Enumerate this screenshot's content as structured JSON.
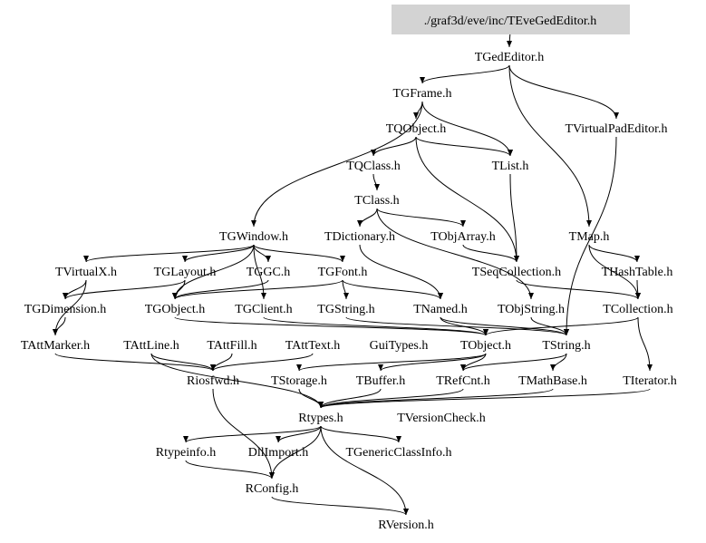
{
  "title": "./graf3d/eve/inc/TEveGedEditor.h",
  "colors": {
    "root_fill": "#d3d3d3",
    "edge": "#000000",
    "background": "#ffffff"
  },
  "nodes": [
    {
      "id": "root",
      "label": "./graf3d/eve/inc/TEveGedEditor.h"
    },
    {
      "id": "TGedEditor",
      "label": "TGedEditor.h"
    },
    {
      "id": "TGFrame",
      "label": "TGFrame.h"
    },
    {
      "id": "TVirtualPadEditor",
      "label": "TVirtualPadEditor.h"
    },
    {
      "id": "TQObject",
      "label": "TQObject.h"
    },
    {
      "id": "TList",
      "label": "TList.h"
    },
    {
      "id": "TQClass",
      "label": "TQClass.h"
    },
    {
      "id": "TClass",
      "label": "TClass.h"
    },
    {
      "id": "TGWindow",
      "label": "TGWindow.h"
    },
    {
      "id": "TDictionary",
      "label": "TDictionary.h"
    },
    {
      "id": "TObjArray",
      "label": "TObjArray.h"
    },
    {
      "id": "TMap",
      "label": "TMap.h"
    },
    {
      "id": "TVirtualX",
      "label": "TVirtualX.h"
    },
    {
      "id": "TGLayout",
      "label": "TGLayout.h"
    },
    {
      "id": "TGGC",
      "label": "TGGC.h"
    },
    {
      "id": "TGFont",
      "label": "TGFont.h"
    },
    {
      "id": "TSeqCollection",
      "label": "TSeqCollection.h"
    },
    {
      "id": "THashTable",
      "label": "THashTable.h"
    },
    {
      "id": "TGDimension",
      "label": "TGDimension.h"
    },
    {
      "id": "TGObject",
      "label": "TGObject.h"
    },
    {
      "id": "TGClient",
      "label": "TGClient.h"
    },
    {
      "id": "TGString",
      "label": "TGString.h"
    },
    {
      "id": "TNamed",
      "label": "TNamed.h"
    },
    {
      "id": "TObjString",
      "label": "TObjString.h"
    },
    {
      "id": "TCollection",
      "label": "TCollection.h"
    },
    {
      "id": "TAttMarker",
      "label": "TAttMarker.h"
    },
    {
      "id": "TAttLine",
      "label": "TAttLine.h"
    },
    {
      "id": "TAttFill",
      "label": "TAttFill.h"
    },
    {
      "id": "TAttText",
      "label": "TAttText.h"
    },
    {
      "id": "GuiTypes",
      "label": "GuiTypes.h"
    },
    {
      "id": "TObject",
      "label": "TObject.h"
    },
    {
      "id": "TString",
      "label": "TString.h"
    },
    {
      "id": "Riosfwd",
      "label": "Riosfwd.h"
    },
    {
      "id": "TStorage",
      "label": "TStorage.h"
    },
    {
      "id": "TBuffer",
      "label": "TBuffer.h"
    },
    {
      "id": "TRefCnt",
      "label": "TRefCnt.h"
    },
    {
      "id": "TMathBase",
      "label": "TMathBase.h"
    },
    {
      "id": "TIterator",
      "label": "TIterator.h"
    },
    {
      "id": "Rtypes",
      "label": "Rtypes.h"
    },
    {
      "id": "TVersionCheck",
      "label": "TVersionCheck.h"
    },
    {
      "id": "Rtypeinfo",
      "label": "Rtypeinfo.h"
    },
    {
      "id": "DllImport",
      "label": "DllImport.h"
    },
    {
      "id": "TGenericClassInfo",
      "label": "TGenericClassInfo.h"
    },
    {
      "id": "RConfig",
      "label": "RConfig.h"
    },
    {
      "id": "RVersion",
      "label": "RVersion.h"
    }
  ],
  "edges": [
    [
      "root",
      "TGedEditor"
    ],
    [
      "TGedEditor",
      "TGFrame"
    ],
    [
      "TGedEditor",
      "TVirtualPadEditor"
    ],
    [
      "TGedEditor",
      "TMap"
    ],
    [
      "TGFrame",
      "TQObject"
    ],
    [
      "TGFrame",
      "TList"
    ],
    [
      "TGFrame",
      "TGWindow"
    ],
    [
      "TQObject",
      "TQClass"
    ],
    [
      "TQObject",
      "TList"
    ],
    [
      "TQObject",
      "TSeqCollection"
    ],
    [
      "TQClass",
      "TClass"
    ],
    [
      "TClass",
      "TDictionary"
    ],
    [
      "TClass",
      "TObjArray"
    ],
    [
      "TClass",
      "TObjString"
    ],
    [
      "TList",
      "TSeqCollection"
    ],
    [
      "TMap",
      "THashTable"
    ],
    [
      "TMap",
      "TCollection"
    ],
    [
      "TGWindow",
      "TVirtualX"
    ],
    [
      "TGWindow",
      "TGLayout"
    ],
    [
      "TGWindow",
      "TGObject"
    ],
    [
      "TGWindow",
      "TGClient"
    ],
    [
      "TGWindow",
      "TGGC"
    ],
    [
      "TGWindow",
      "TGFont"
    ],
    [
      "TDictionary",
      "TNamed"
    ],
    [
      "TObjArray",
      "TSeqCollection"
    ],
    [
      "TSeqCollection",
      "TCollection"
    ],
    [
      "THashTable",
      "TCollection"
    ],
    [
      "TVirtualX",
      "TGDimension"
    ],
    [
      "TVirtualX",
      "TAttMarker"
    ],
    [
      "TGLayout",
      "TGDimension"
    ],
    [
      "TGLayout",
      "TGObject"
    ],
    [
      "TGGC",
      "TGObject"
    ],
    [
      "TGFont",
      "TGObject"
    ],
    [
      "TGFont",
      "TNamed"
    ],
    [
      "TGFont",
      "TGString"
    ],
    [
      "TGDimension",
      "TAttMarker"
    ],
    [
      "TGObject",
      "TObject"
    ],
    [
      "TGClient",
      "TObject"
    ],
    [
      "TGString",
      "TString"
    ],
    [
      "TNamed",
      "TObject"
    ],
    [
      "TNamed",
      "TString"
    ],
    [
      "TObjString",
      "TString"
    ],
    [
      "TCollection",
      "TObject"
    ],
    [
      "TCollection",
      "TIterator"
    ],
    [
      "TVirtualPadEditor",
      "TString"
    ],
    [
      "TAttMarker",
      "Riosfwd"
    ],
    [
      "TAttLine",
      "Riosfwd"
    ],
    [
      "TAttFill",
      "Riosfwd"
    ],
    [
      "TAttText",
      "Riosfwd"
    ],
    [
      "TObject",
      "TStorage"
    ],
    [
      "TObject",
      "TBuffer"
    ],
    [
      "TObject",
      "TRefCnt"
    ],
    [
      "TString",
      "TRefCnt"
    ],
    [
      "TString",
      "TMathBase"
    ],
    [
      "TAttLine",
      "Rtypes"
    ],
    [
      "TStorage",
      "Rtypes"
    ],
    [
      "TBuffer",
      "Rtypes"
    ],
    [
      "TRefCnt",
      "Rtypes"
    ],
    [
      "TMathBase",
      "Rtypes"
    ],
    [
      "TIterator",
      "Rtypes"
    ],
    [
      "Rtypes",
      "Rtypeinfo"
    ],
    [
      "Rtypes",
      "DllImport"
    ],
    [
      "Rtypes",
      "TGenericClassInfo"
    ],
    [
      "Rtypes",
      "RConfig"
    ],
    [
      "Rtypes",
      "RVersion"
    ],
    [
      "Riosfwd",
      "RConfig"
    ],
    [
      "Rtypeinfo",
      "RConfig"
    ],
    [
      "RConfig",
      "RVersion"
    ]
  ]
}
